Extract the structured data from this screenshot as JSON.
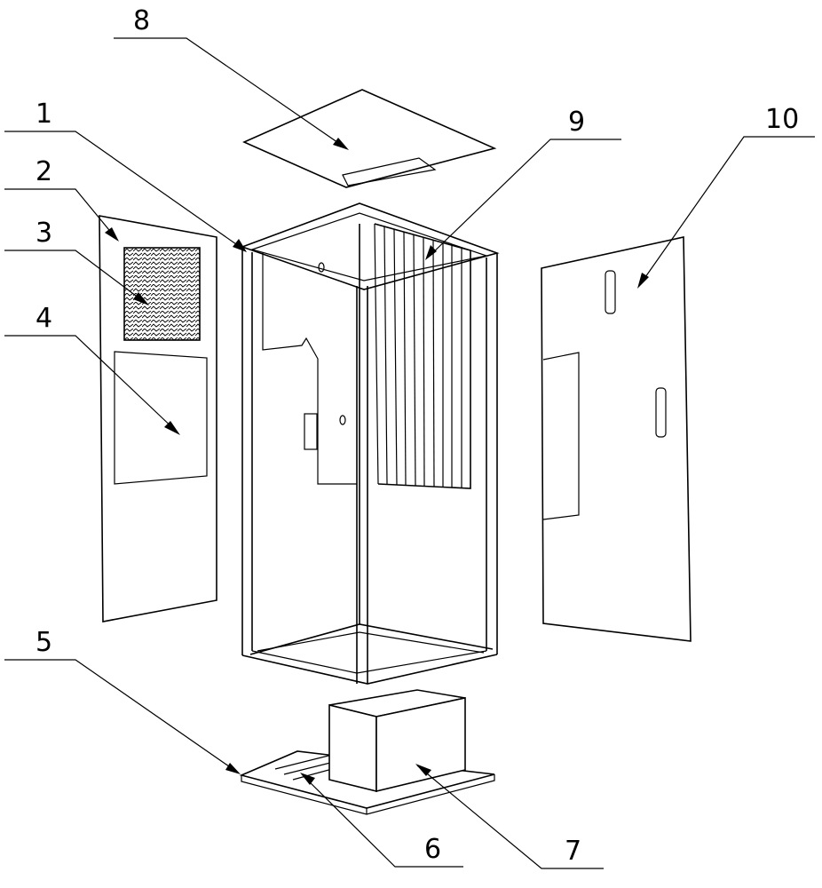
{
  "callouts": [
    {
      "id": "c1",
      "text": "1"
    },
    {
      "id": "c2",
      "text": "2"
    },
    {
      "id": "c3",
      "text": "3"
    },
    {
      "id": "c4",
      "text": "4"
    },
    {
      "id": "c5",
      "text": "5"
    },
    {
      "id": "c6",
      "text": "6"
    },
    {
      "id": "c7",
      "text": "7"
    },
    {
      "id": "c8",
      "text": "8"
    },
    {
      "id": "c9",
      "text": "9"
    },
    {
      "id": "c10",
      "text": "10"
    }
  ]
}
